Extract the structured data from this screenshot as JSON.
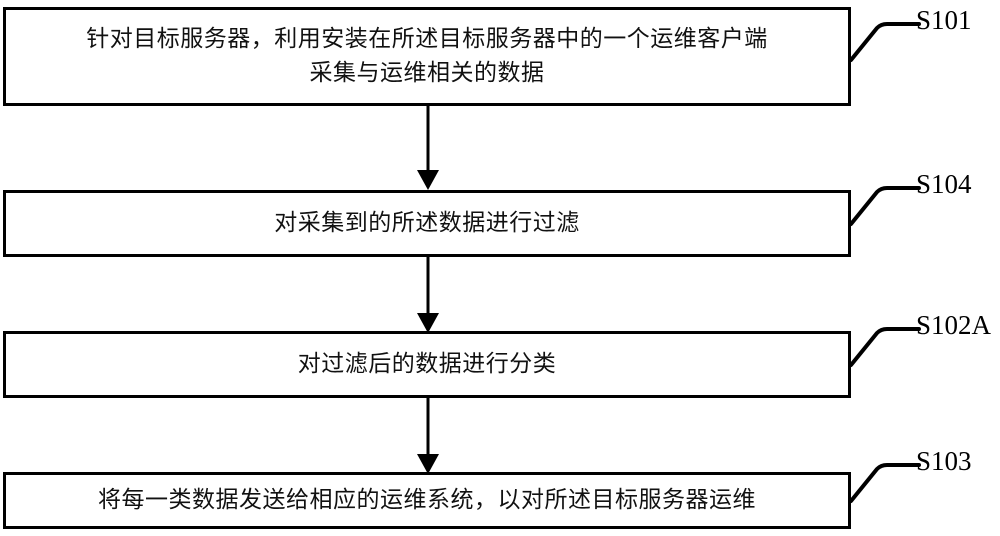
{
  "diagram": {
    "type": "flowchart",
    "orientation": "vertical",
    "background_color": "#ffffff",
    "line_color": "#000000",
    "steps": [
      {
        "id": "S101",
        "label": "S101",
        "text": "针对目标服务器，利用安装在所述目标服务器中的一个运维客户端\n采集与运维相关的数据"
      },
      {
        "id": "S104",
        "label": "S104",
        "text": "对采集到的所述数据进行过滤"
      },
      {
        "id": "S102A",
        "label": "S102A",
        "text": "对过滤后的数据进行分类"
      },
      {
        "id": "S103",
        "label": "S103",
        "text": "将每一类数据发送给相应的运维系统，以对所述目标服务器运维"
      }
    ],
    "connectors": [
      {
        "from": "S101",
        "to": "S104",
        "style": "arrow-down"
      },
      {
        "from": "S104",
        "to": "S102A",
        "style": "arrow-down"
      },
      {
        "from": "S102A",
        "to": "S103",
        "style": "arrow-down"
      }
    ]
  }
}
